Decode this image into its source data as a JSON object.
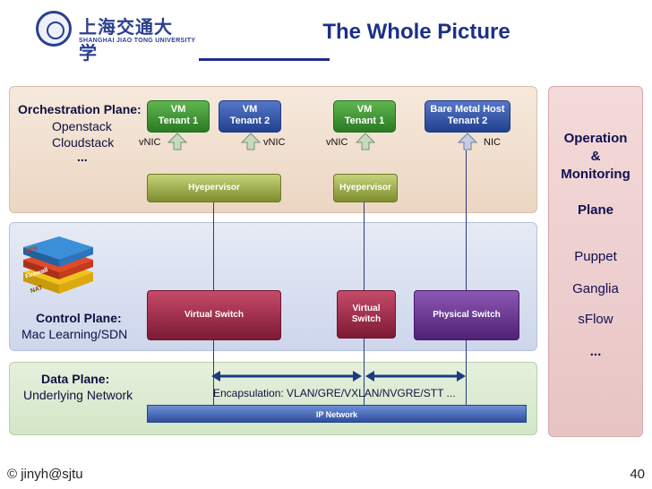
{
  "header": {
    "logo_cn": "上海交通大学",
    "logo_en": "SHANGHAI JIAO TONG UNIVERSITY",
    "title": "The Whole Picture"
  },
  "orchestration": {
    "title": "Orchestration Plane",
    "items": [
      "Openstack",
      "Cloudstack",
      "..."
    ]
  },
  "vms": [
    {
      "line1": "VM",
      "line2": "Tenant 1"
    },
    {
      "line1": "VM",
      "line2": "Tenant 2"
    },
    {
      "line1": "VM",
      "line2": "Tenant 1"
    },
    {
      "line1": "Bare Metal Host",
      "line2": "Tenant 2"
    }
  ],
  "nic_labels": [
    "vNIC",
    "vNIC",
    "vNIC",
    "NIC"
  ],
  "hypervisors": [
    "Hyepervisor",
    "Hyepervisor"
  ],
  "control": {
    "title": "Control Plane:",
    "subtitle": "Mac Learning/SDN",
    "stack_layers": [
      "VPN",
      "Firewall",
      "NAT"
    ]
  },
  "switches": {
    "virtual_switch": "Virtual Switch",
    "virtual_switch_small_l1": "Virtual",
    "virtual_switch_small_l2": "Switch",
    "physical_switch": "Physical Switch"
  },
  "data_plane": {
    "title": "Data Plane:",
    "subtitle": "Underlying Network",
    "encapsulation": "Encapsulation: VLAN/GRE/VXLAN/NVGRE/STT ...",
    "ip_network": "IP Network"
  },
  "operation": {
    "title_l1": "Operation",
    "title_l2": "&",
    "title_l3": "Monitoring",
    "title_l4": "Plane",
    "items": [
      "Puppet",
      "Ganglia",
      "sFlow",
      "..."
    ]
  },
  "footer": {
    "author": "© jinyh@sjtu",
    "page": "40"
  },
  "colors": {
    "title": "#1e2f8a",
    "vm_green": "#2b7a23",
    "vm_blue": "#22418f",
    "hypervisor": "#7d8d2c",
    "virtual_switch": "#7d1a34",
    "physical_switch": "#4f2174",
    "ip_network": "#2f4f9d"
  }
}
